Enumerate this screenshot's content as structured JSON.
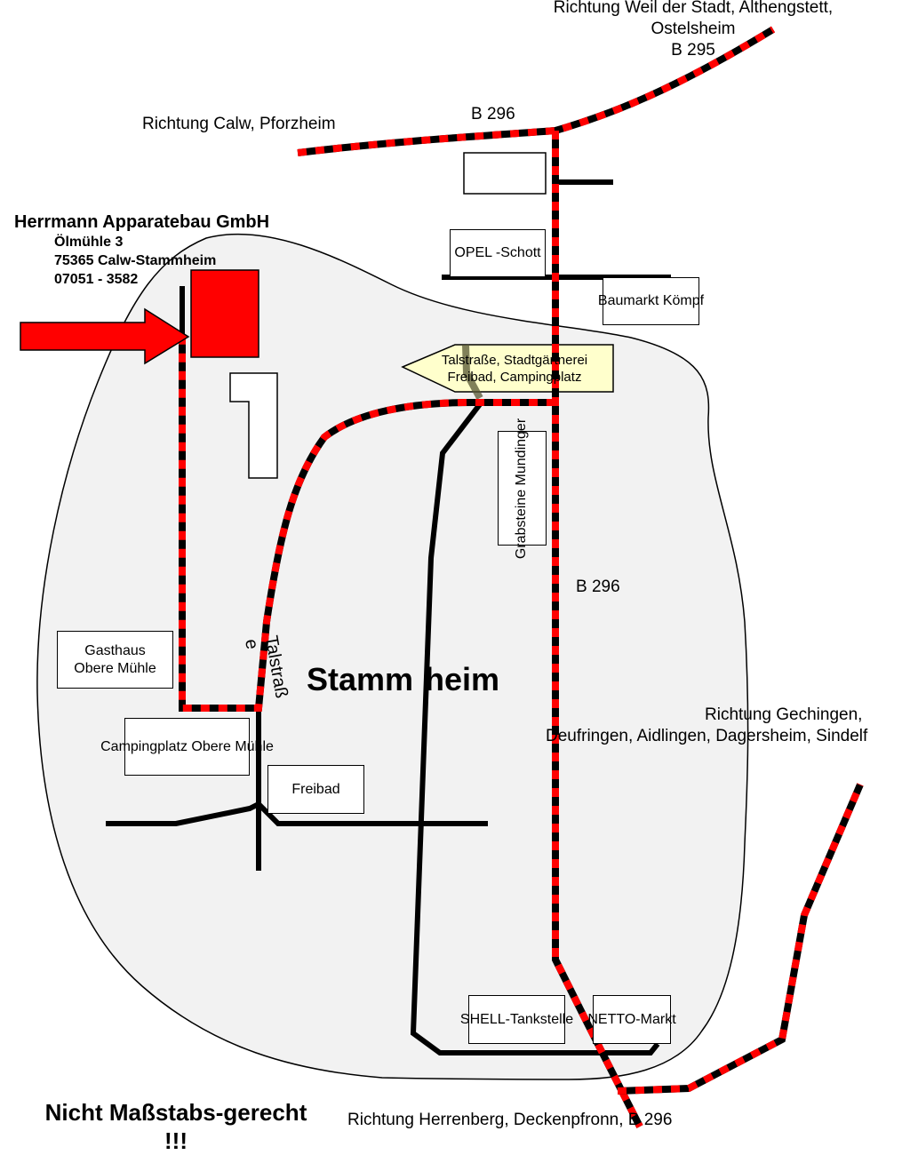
{
  "directions": {
    "north_east": [
      "Richtung Weil der Stadt, Althengstett,",
      "Ostelsheim",
      "B 295"
    ],
    "north_west": "Richtung Calw, Pforzheim",
    "b296_top": "B 296",
    "b296_mid": "B 296",
    "east": [
      "Richtung Gechingen,",
      "Deufringen, Aidlingen, Dagersheim, Sindelf"
    ],
    "south": "Richtung Herrenberg, Deckenpfronn, B 296"
  },
  "company": {
    "name": "Herrmann Apparatebau GmbH",
    "street": "Ölmühle 3",
    "city": "75365 Calw-Stammheim",
    "phone": "07051 - 3582"
  },
  "places": {
    "opel": "OPEL -Schott",
    "baumarkt": "Baumarkt Kömpf",
    "grabsteine": "Grabsteine Mundinger",
    "gasthaus": [
      "Gasthaus",
      "Obere Mühle"
    ],
    "camping": "Campingplatz Obere Mühle",
    "freibad": "Freibad",
    "shell": "SHELL-Tankstelle",
    "netto": "NETTO-Markt"
  },
  "signpost": [
    "Talstraße, Stadtgärtnerei",
    "Freibad, Campingplatz"
  ],
  "street_label": [
    "Talstraß",
    "e"
  ],
  "town": [
    "Stamm",
    "heim"
  ],
  "disclaimer": [
    "Nicht Maßstabs-gerecht",
    "!!!"
  ],
  "colors": {
    "route_red": "#ff0000",
    "road_black": "#000000",
    "town_fill": "#f2f2f2",
    "signpost_fill": "#ffffcc",
    "marker_red": "#ff0000"
  }
}
